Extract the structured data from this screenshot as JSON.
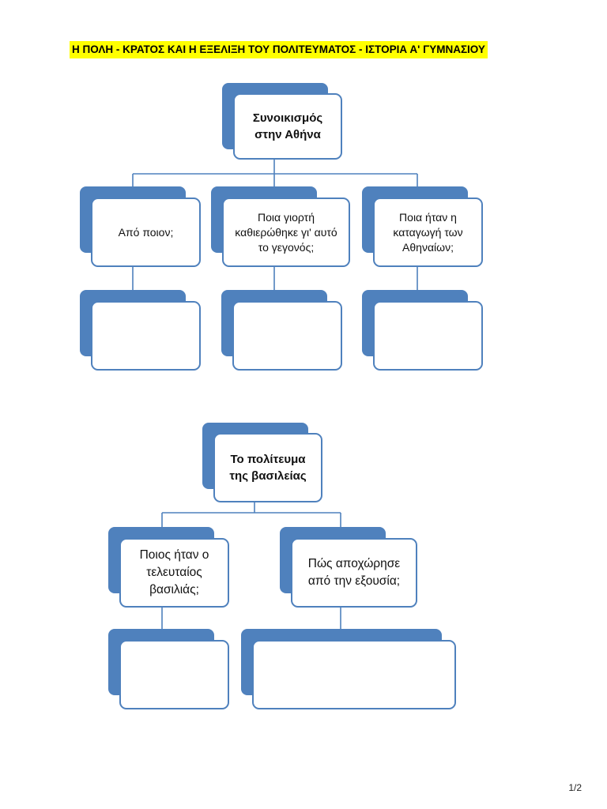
{
  "document": {
    "title": "Η ΠΟΛΗ - ΚΡΑΤΟΣ ΚΑΙ Η ΕΞΕΛΙΞΗ ΤΟΥ ΠΟΛΙΤΕΥΜΑΤΟΣ - ΙΣΤΟΡΙΑ Α' ΓΥΜΝΑΣΙΟΥ",
    "page_number": "1/2"
  },
  "diagram1": {
    "root": "Συνοικισμός στην Αθήνα",
    "questions": [
      "Από ποιον;",
      "Ποια γιορτή καθιερώθηκε γι' αυτό το γεγονός;",
      "Ποια ήταν η καταγωγή των Αθηναίων;"
    ]
  },
  "diagram2": {
    "root": "Το πολίτευμα της βασιλείας",
    "questions": [
      "Ποιος ήταν ο τελευταίος βασιλιάς;",
      "Πώς αποχώρησε από την εξουσία;"
    ]
  },
  "colors": {
    "accent": "#4f81bd",
    "highlight": "#ffff00"
  }
}
